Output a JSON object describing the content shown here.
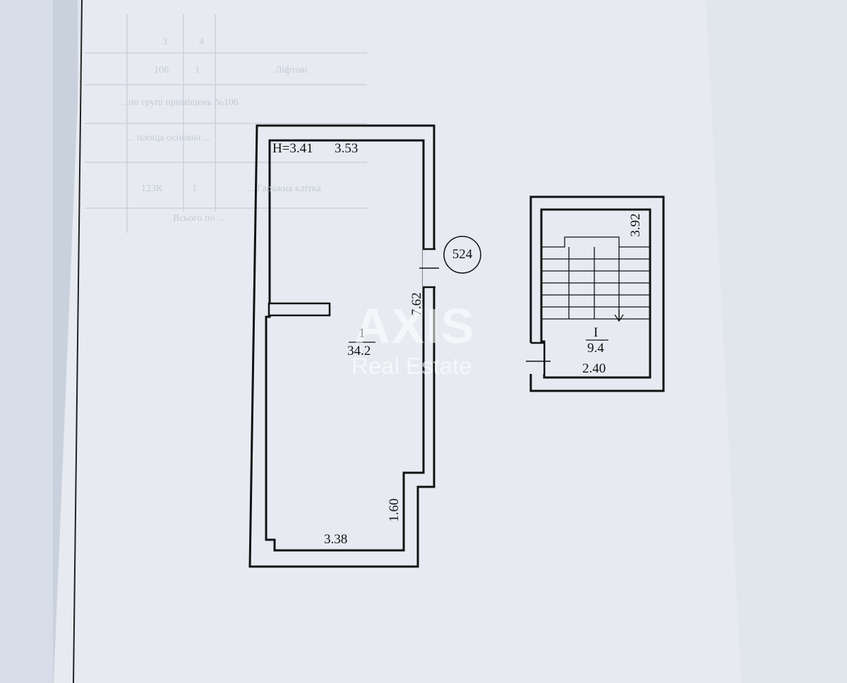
{
  "colors": {
    "paper": "#e7ebf1",
    "ink": "#111111",
    "watermark": "#ffffff"
  },
  "background_table": {
    "row1": [
      "3",
      "4"
    ],
    "row2": [
      "106",
      "1",
      "Ліфтові"
    ],
    "line3": "... по групі приміщень №106",
    "line4": "... площа основна ...",
    "row5": [
      "123К",
      "1",
      "... Гаражна клітка"
    ],
    "line6": "Всього по ..."
  },
  "plan": {
    "room": {
      "height_label": "H=3.41",
      "top_width": "3.53",
      "number": "1",
      "area": "34.2",
      "length": "7.62",
      "lower_length": "1.60",
      "bottom_width": "3.38"
    },
    "unit_marker": "524",
    "stair": {
      "number": "I",
      "area": "9.4",
      "width": "2.40",
      "height": "3.92"
    }
  },
  "watermark": {
    "brand": "AXIS",
    "subtitle": "Real Estate"
  }
}
